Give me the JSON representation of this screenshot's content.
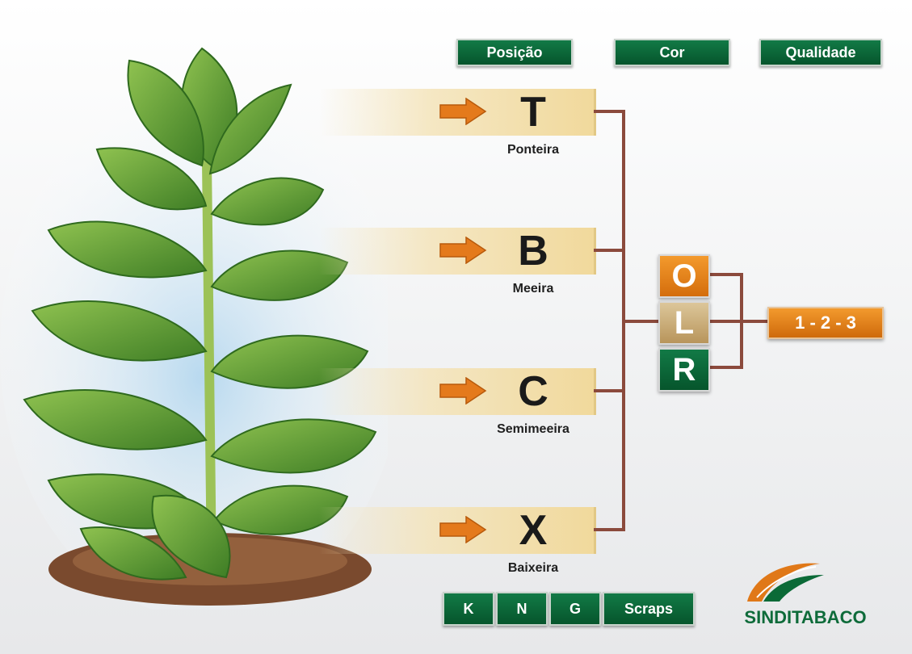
{
  "headers": {
    "position": "Posição",
    "color": "Cor",
    "quality": "Qualidade"
  },
  "positions": [
    {
      "letter": "T",
      "label": "Ponteira"
    },
    {
      "letter": "B",
      "label": "Meeira"
    },
    {
      "letter": "C",
      "label": "Semimeeira"
    },
    {
      "letter": "X",
      "label": "Baixeira"
    }
  ],
  "colors": [
    {
      "letter": "O",
      "color": "#e07818"
    },
    {
      "letter": "L",
      "color": "#c8ad7a"
    },
    {
      "letter": "R",
      "color": "#0b6a37"
    }
  ],
  "quality": "1 - 2 - 3",
  "special_classes": [
    "K",
    "N",
    "G",
    "Scraps"
  ],
  "brand": "SINDITABACO",
  "theme": {
    "green": "#0b6a37",
    "orange": "#e07818",
    "connector": "#8b4a3c"
  }
}
